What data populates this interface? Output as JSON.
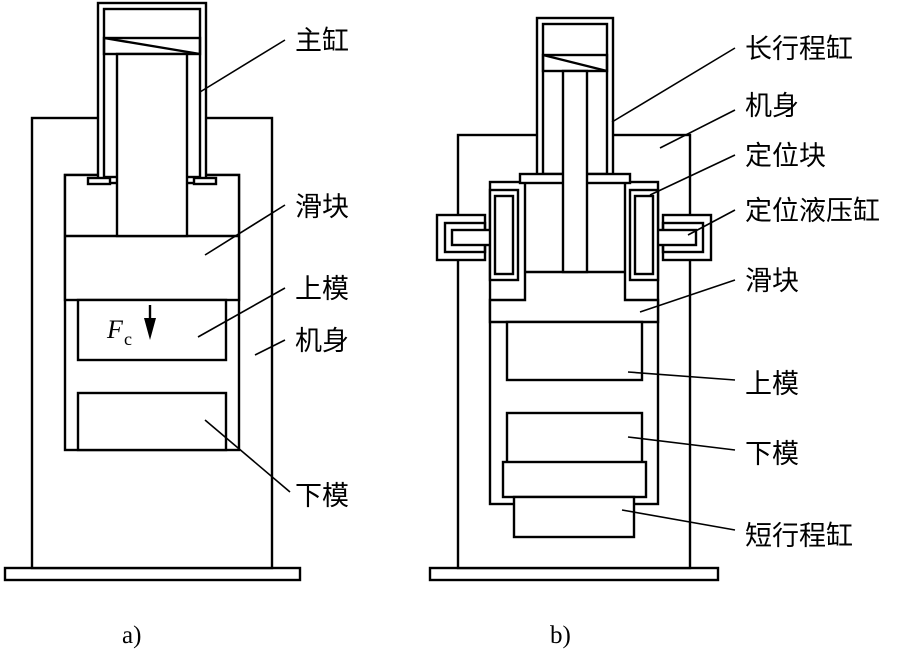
{
  "figure_a": {
    "caption": "a)",
    "labels": {
      "main_cylinder": "主缸",
      "slider": "滑块",
      "upper_die": "上模",
      "frame": "机身",
      "lower_die": "下模"
    },
    "force_symbol": "F",
    "force_subscript": "c"
  },
  "figure_b": {
    "caption": "b)",
    "labels": {
      "long_stroke_cylinder": "长行程缸",
      "frame": "机身",
      "locating_block": "定位块",
      "locating_hydraulic_cylinder": "定位液压缸",
      "slider": "滑块",
      "upper_die": "上模",
      "lower_die": "下模",
      "short_stroke_cylinder": "短行程缸"
    }
  }
}
